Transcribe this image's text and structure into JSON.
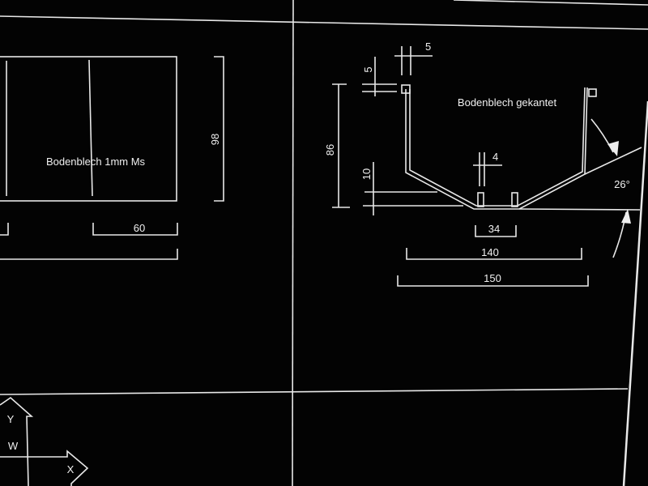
{
  "left_view": {
    "label": "Bodenblech 1mm Ms",
    "dim_height": "98",
    "dim_width": "60"
  },
  "right_view": {
    "label": "Bodenblech gekantet",
    "dim_flange_width": "5",
    "dim_flange_height": "5",
    "dim_total_height": "86",
    "dim_bend_height": "10",
    "dim_slot_width": "4",
    "dim_bottom": "34",
    "dim_inner_width": "140",
    "dim_outer_width": "150",
    "dim_angle": "26°"
  },
  "ucs_icon": {
    "x_label": "X",
    "y_label": "Y",
    "w_label": "W"
  },
  "colors": {
    "background": "#030303",
    "line": "#e8e8e8"
  }
}
